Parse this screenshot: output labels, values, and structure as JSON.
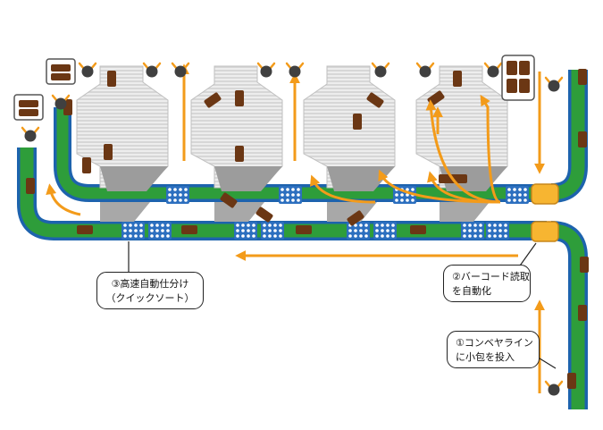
{
  "labels": {
    "step1": [
      "①コンベヤライン",
      "に小包を投入"
    ],
    "step2": [
      "②バーコード読取",
      "を自動化"
    ],
    "step3": [
      "③高速自動仕分け",
      "（クイックソート）"
    ]
  },
  "colors": {
    "conveyor_green": "#2e9d3a",
    "conveyor_blue": "#1d63ad",
    "arrow_orange": "#f39b1a",
    "parcel_brown": "#6b3714",
    "chute_gray": "#bdbdbd",
    "sorter_blue": "#2c6fbf",
    "scanner_yellow": "#f7b531"
  },
  "icons": [
    "parcel-icon",
    "operator-icon",
    "parcel-cart-icon",
    "sorter-module-icon",
    "barcode-scanner-icon",
    "flow-arrow-icon"
  ]
}
